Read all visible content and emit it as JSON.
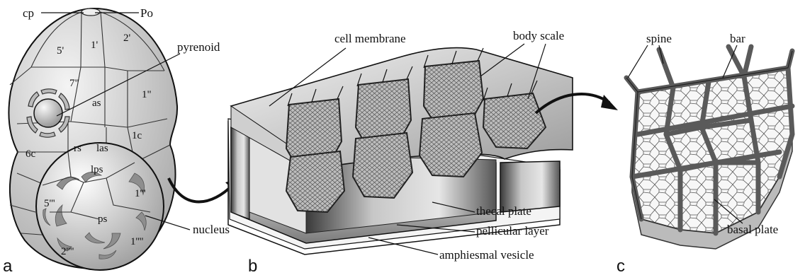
{
  "panels": {
    "a": "a",
    "b": "b",
    "c": "c"
  },
  "cell_a": {
    "plates": {
      "cp": "cp",
      "po": "Po",
      "p5prime": "5'",
      "p1prime": "1'",
      "p2prime": "2'",
      "p7dprime": "7\"",
      "as": "as",
      "p1dprime": "1\"",
      "p6c": "6c",
      "rs": "rs",
      "las": "las",
      "p1c": "1c",
      "lps": "lps",
      "p5tprime": "5'''",
      "p1tprime": "1'''",
      "ps": "ps",
      "p2qprime": "2''''",
      "p1qprime": "1''''"
    },
    "labels": {
      "pyrenoid": "pyrenoid",
      "nucleus": "nucleus"
    }
  },
  "amphiesma_b": {
    "labels": {
      "cell_membrane": "cell membrane",
      "body_scale": "body scale",
      "thecal_plate": "thecal plate",
      "pellicular_layer": "pellicular layer",
      "amphiesmal_vesicle": "amphiesmal vesicle"
    }
  },
  "scale_c": {
    "labels": {
      "spine": "spine",
      "bar": "bar",
      "basal_plate": "basal plate"
    }
  },
  "colors": {
    "cell_fill": "#dcdcdc",
    "scale_bar": "#5a5a5a",
    "outline": "#111111"
  }
}
